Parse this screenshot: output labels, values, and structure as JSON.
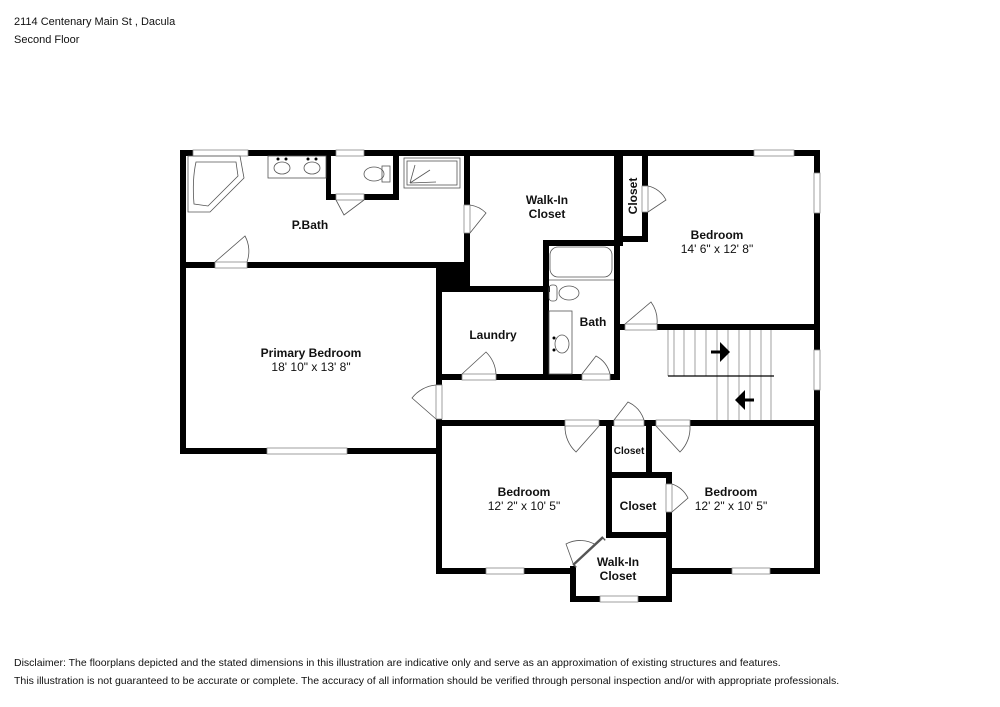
{
  "header": {
    "address": "2114 Centenary Main St , Dacula",
    "floor": "Second Floor"
  },
  "rooms": {
    "pbath": {
      "name": "P.Bath"
    },
    "walkin_closet_top": {
      "name_line1": "Walk-In",
      "name_line2": "Closet"
    },
    "closet_vertical": {
      "name": "Closet"
    },
    "bedroom_ne": {
      "name": "Bedroom",
      "dimensions": "14' 6\" x 12' 8\""
    },
    "primary_bedroom": {
      "name": "Primary Bedroom",
      "dimensions": "18' 10\" x 13' 8\""
    },
    "laundry": {
      "name": "Laundry"
    },
    "bath": {
      "name": "Bath"
    },
    "closet_small": {
      "name": "Closet"
    },
    "closet_mid": {
      "name": "Closet"
    },
    "bedroom_sw": {
      "name": "Bedroom",
      "dimensions": "12' 2\" x 10' 5\""
    },
    "bedroom_se": {
      "name": "Bedroom",
      "dimensions": "12' 2\" x 10' 5\""
    },
    "walkin_closet_bottom": {
      "name_line1": "Walk-In",
      "name_line2": "Closet"
    }
  },
  "stairs": {
    "arrow_up": "right-arrow",
    "arrow_down": "left-arrow"
  },
  "disclaimer": {
    "line1": "Disclaimer: The floorplans depicted and the stated dimensions in this illustration are indicative only and serve as an approximation of existing structures and features.",
    "line2": "This illustration is not guaranteed to be accurate or complete. The accuracy of all information should be verified through personal inspection and/or with appropriate professionals."
  },
  "colors": {
    "wall": "#000000",
    "background": "#ffffff",
    "fixture": "#555555"
  }
}
